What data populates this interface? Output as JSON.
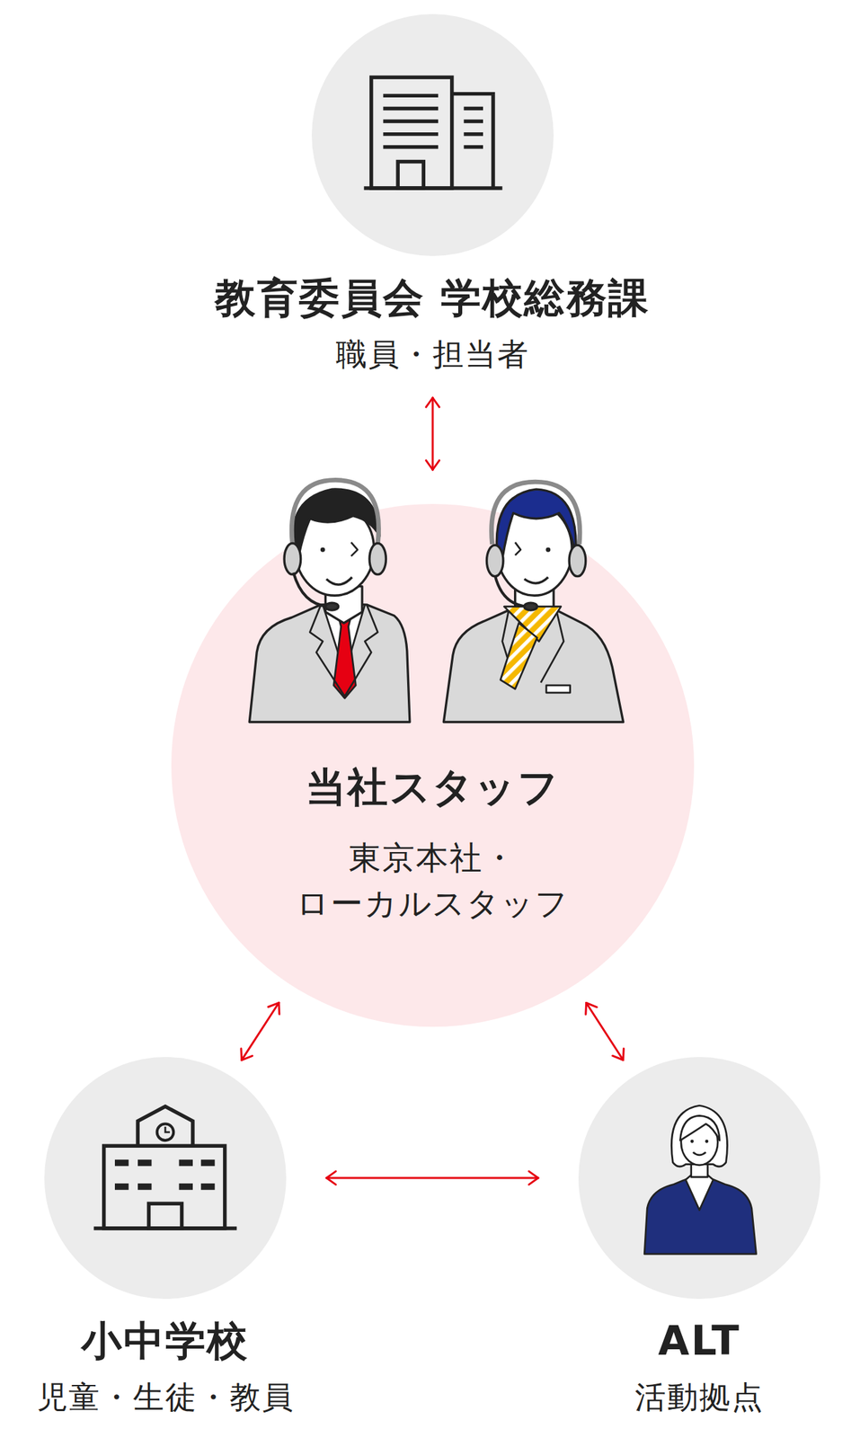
{
  "diagram": {
    "nodes": [
      {
        "text": [
          "教育委員会 学校総務課",
          "職員・担当者"
        ]
      },
      {
        "text": [
          "当社スタッフ",
          "東京本社・ ローカルスタッフ"
        ]
      },
      {
        "text": [
          "小中学校",
          "児童・生徒・教員"
        ]
      },
      {
        "text": [
          "ALT",
          "活動拠点"
        ]
      }
    ],
    "edges": [
      {
        "from": 0,
        "to": 1,
        "arrow": "both"
      },
      {
        "from": 1,
        "to": 2,
        "arrow": "both"
      },
      {
        "from": 1,
        "to": 3,
        "arrow": "both"
      },
      {
        "from": 2,
        "to": 3,
        "arrow": "both"
      }
    ]
  }
}
